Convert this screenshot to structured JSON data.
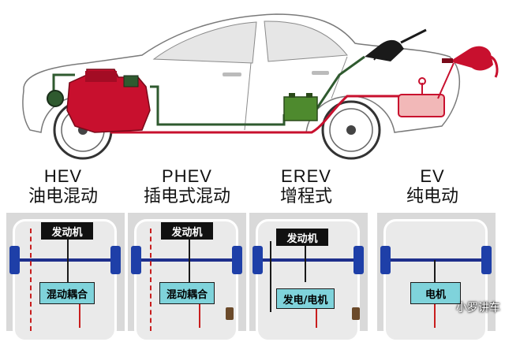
{
  "categories": [
    {
      "en": "HEV",
      "zh": "油电混动",
      "top_box": "发动机",
      "mid_box": "混动耦合"
    },
    {
      "en": "PHEV",
      "zh": "插电式混动",
      "top_box": "发动机",
      "mid_box": "混动耦合"
    },
    {
      "en": "EREV",
      "zh": "增程式",
      "top_box": "发动机",
      "mid_box": "发电/电机"
    },
    {
      "en": "EV",
      "zh": "纯电动",
      "top_box": "",
      "mid_box": "电机"
    }
  ],
  "watermark": "小罗讲车",
  "colors": {
    "engine_red": "#c8102e",
    "line_green": "#2f5a2f",
    "battery_green": "#4e8a2e",
    "wheel_blue": "#1e3fa8",
    "box_teal": "#7fd3db",
    "box_dark": "#111111"
  }
}
